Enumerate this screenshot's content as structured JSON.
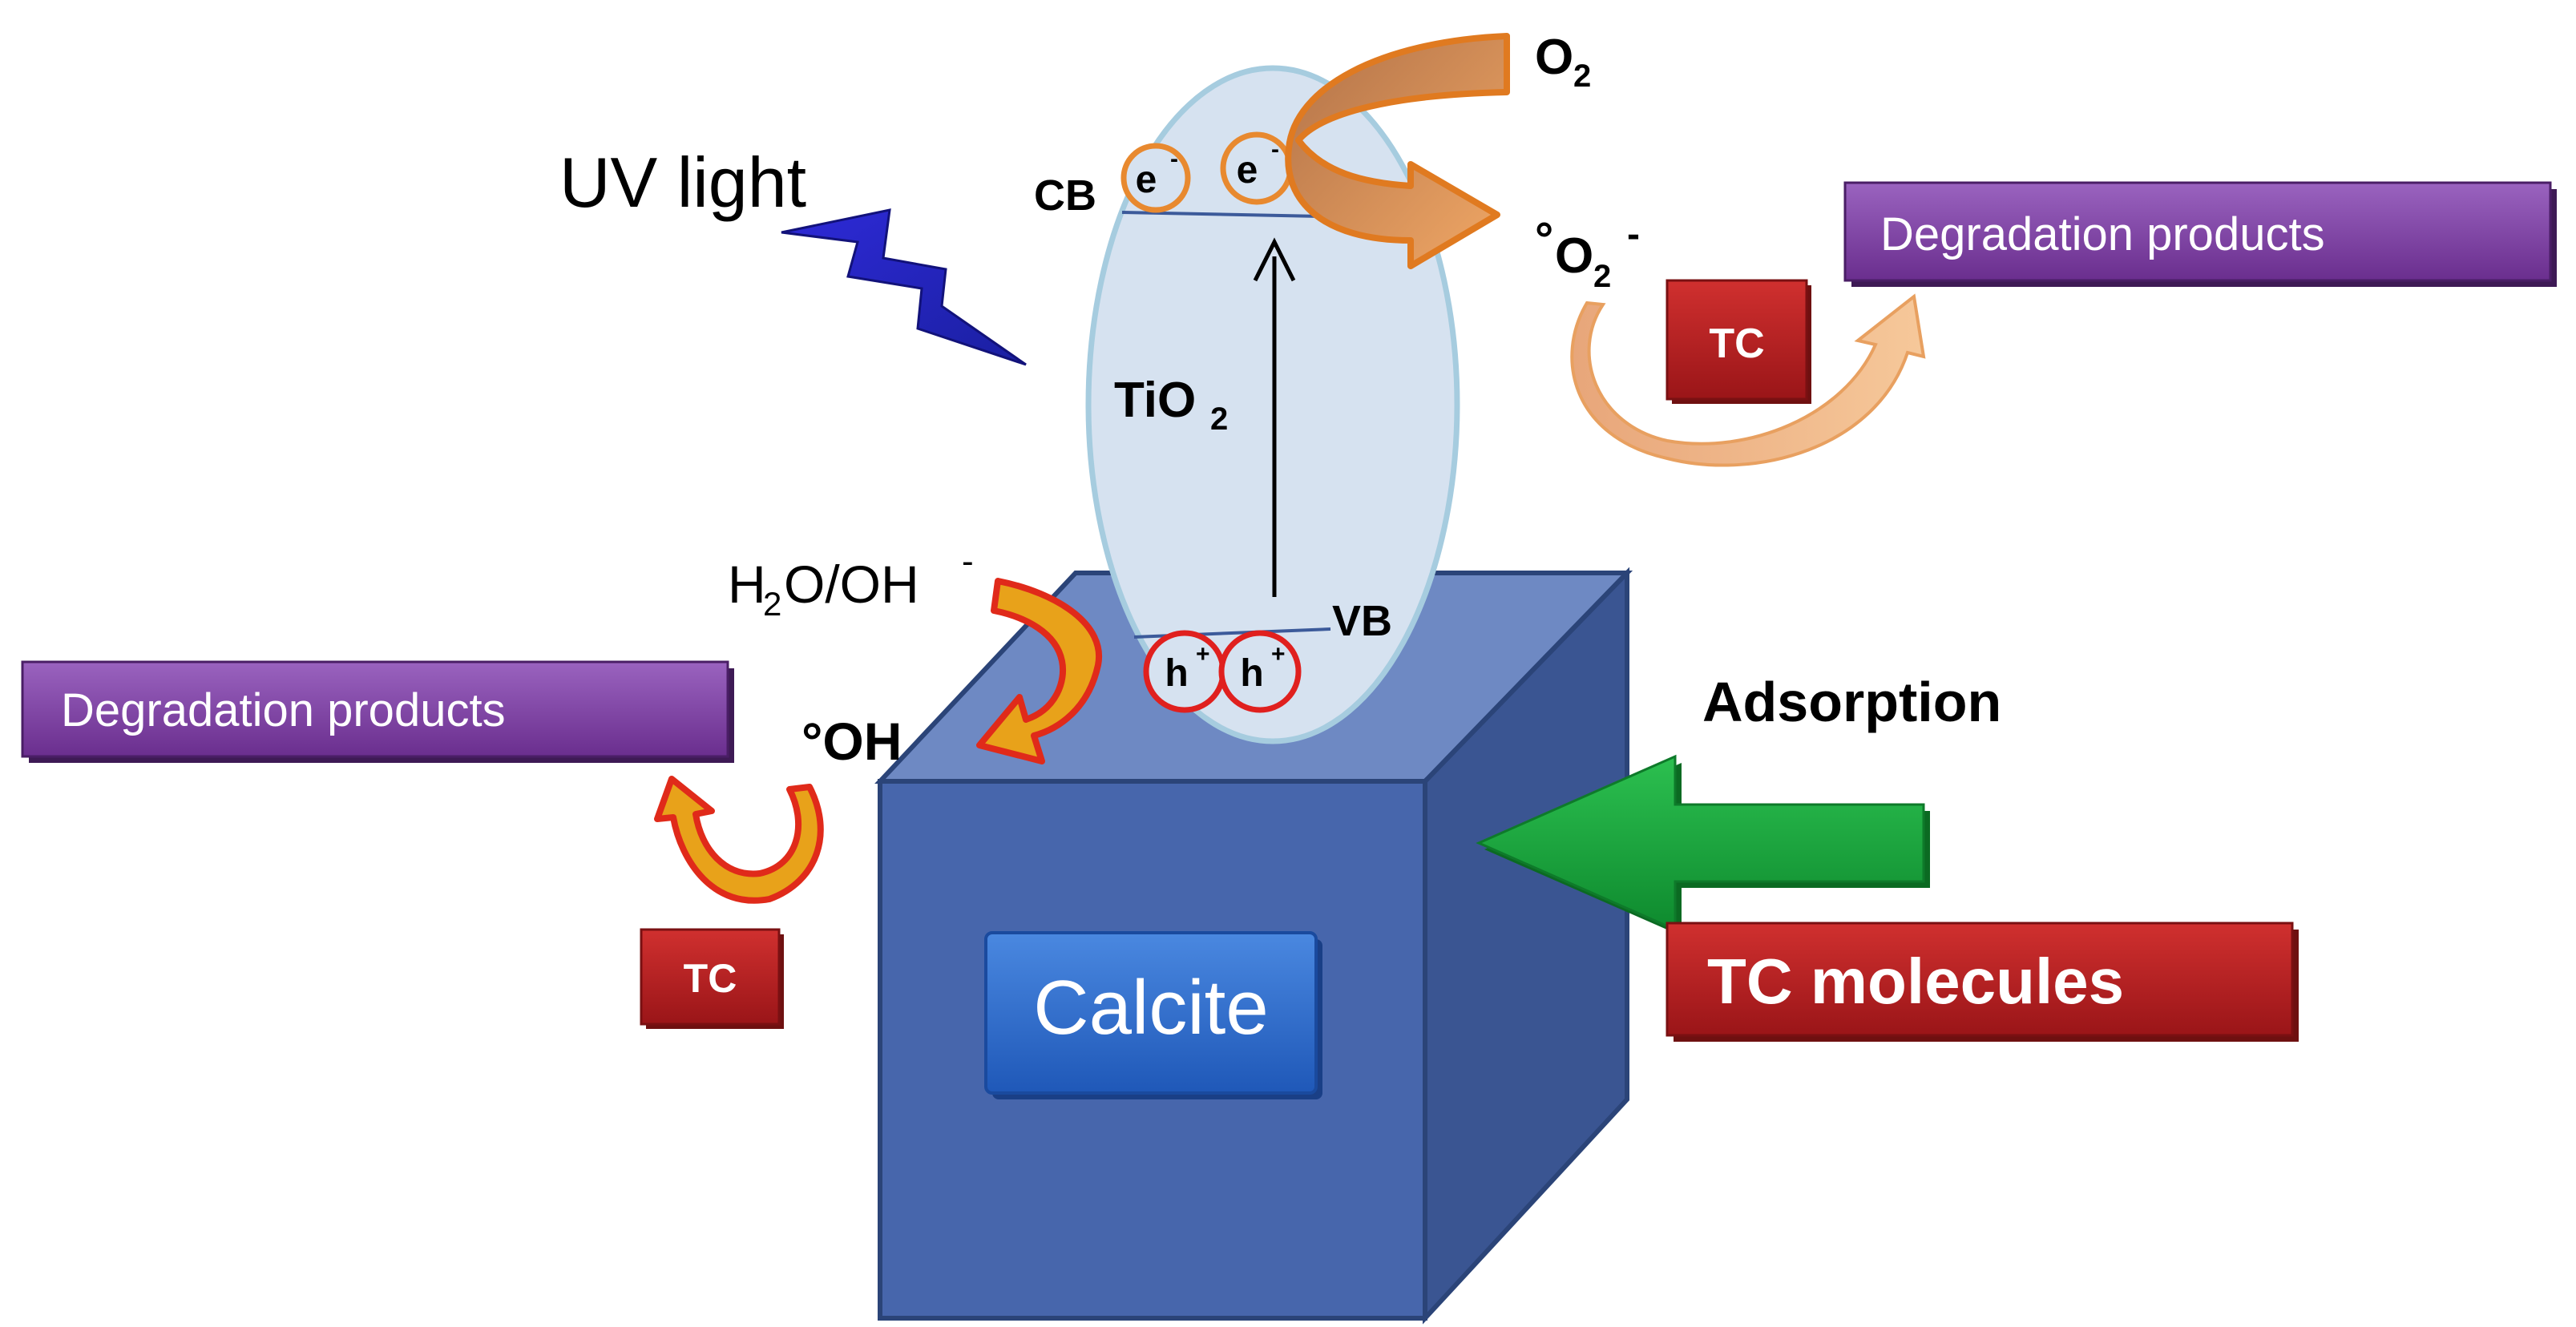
{
  "labels": {
    "uv_light": "UV light",
    "cb": "CB",
    "vb": "VB",
    "tio2_main": "TiO",
    "tio2_sub": "2",
    "electron": "e",
    "electron_sup": "-",
    "hole": "h",
    "hole_sup": "+",
    "o2_main": "O",
    "o2_sub": "2",
    "superoxide_deg": "°",
    "superoxide_main": "O",
    "superoxide_sub": "2",
    "superoxide_sup": "-",
    "water_h": "H",
    "water_sub": "2",
    "water_rest": "O/OH",
    "water_sup": "-",
    "hydroxyl": "°OH",
    "adsorption": "Adsorption",
    "calcite": "Calcite",
    "tc_molecules": "TC molecules",
    "tc_right": "TC",
    "tc_left": "TC",
    "degradation_right": "Degradation products",
    "degradation_left": "Degradation products"
  },
  "colors": {
    "cube_front": "#4766AC",
    "cube_top": "#6C88C2",
    "cube_side": "#38548F",
    "cube_edge": "#2B4478",
    "ellipse_fill": "#D6E2F0",
    "ellipse_stroke": "#9CC8DC",
    "electron_ring": "#E8892F",
    "hole_ring": "#E0201E",
    "orange_arrow": "#E0842F",
    "red_arrow": "#E02A1A",
    "yellow_fill": "#E8A21A",
    "purple_box": "#7B3FA0",
    "red_box": "#B52125",
    "green_arrow": "#14A038",
    "lightning": "#1F2FD8",
    "calcite_label": "#2A67C8"
  }
}
